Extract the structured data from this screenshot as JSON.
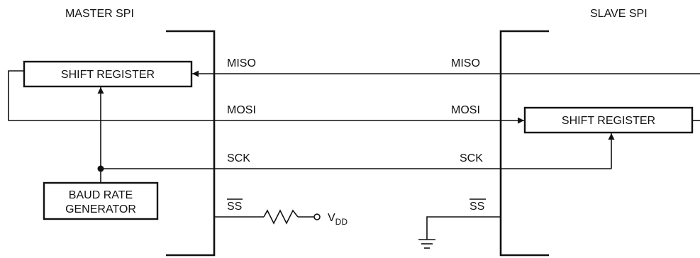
{
  "diagram": {
    "master_title": "MASTER SPI",
    "slave_title": "SLAVE SPI",
    "master_shift_register": "SHIFT REGISTER",
    "slave_shift_register": "SHIFT REGISTER",
    "baud_rate_generator_line1": "BAUD RATE",
    "baud_rate_generator_line2": "GENERATOR",
    "signals": {
      "miso_master": "MISO",
      "miso_slave": "MISO",
      "mosi_master": "MOSI",
      "mosi_slave": "MOSI",
      "sck_master": "SCK",
      "sck_slave": "SCK",
      "ss_master": "SS",
      "ss_slave": "SS"
    },
    "vdd_main": "V",
    "vdd_sub": "DD"
  }
}
